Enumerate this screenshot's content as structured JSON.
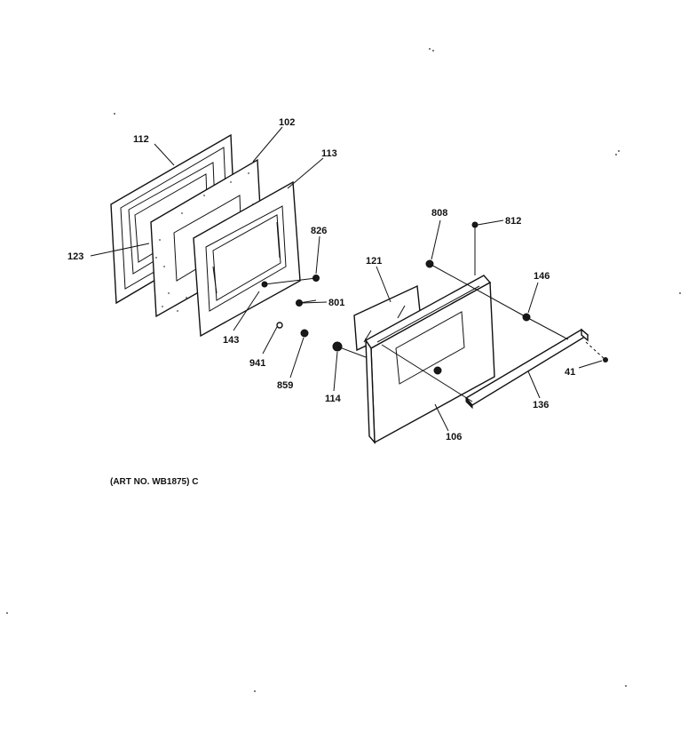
{
  "labels": {
    "l112": "112",
    "l102": "102",
    "l113": "113",
    "l123": "123",
    "l826": "826",
    "l801": "801",
    "l143": "143",
    "l941": "941",
    "l859": "859",
    "l114": "114",
    "l121": "121",
    "l808": "808",
    "l812": "812",
    "l146": "146",
    "l41": "41",
    "l136": "136",
    "l106": "106"
  },
  "art_number": "(ART NO. WB1875) C"
}
